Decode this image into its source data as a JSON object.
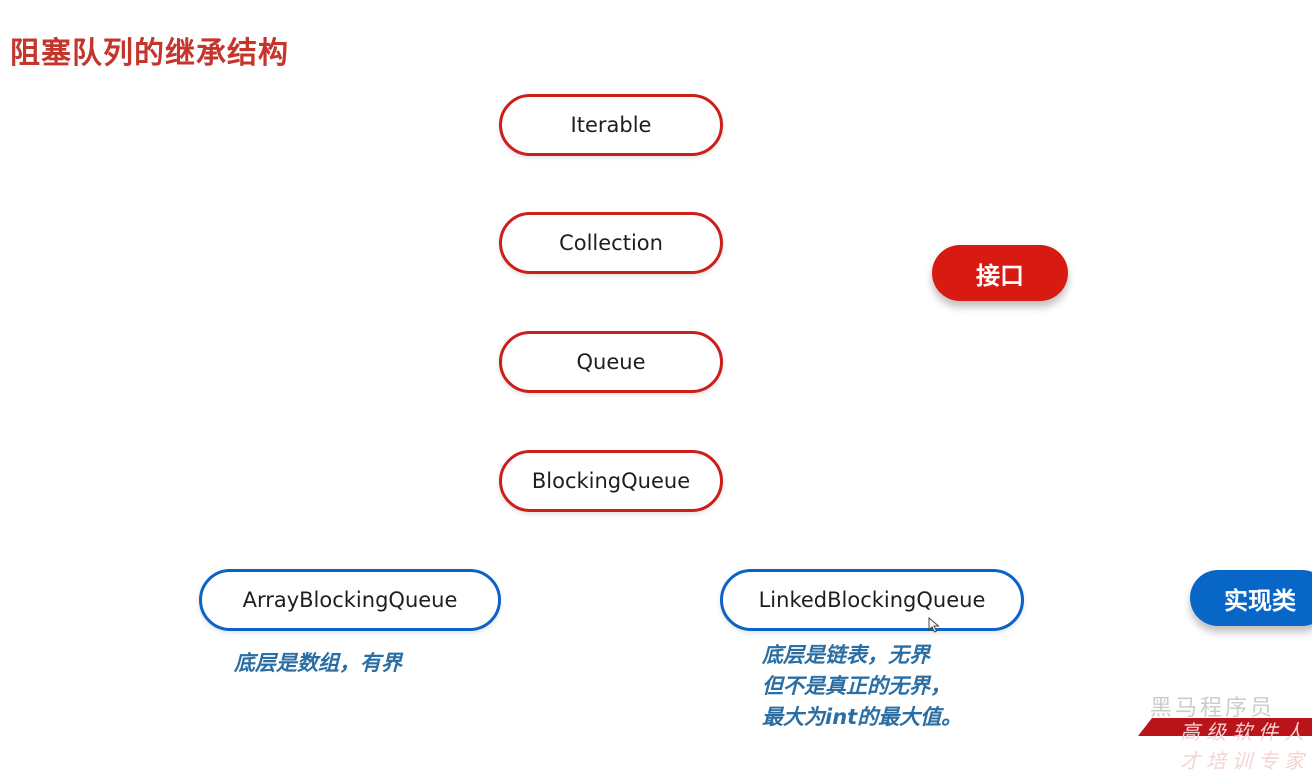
{
  "title": "阻塞队列的继承结构",
  "interfaces": [
    {
      "label": "Iterable"
    },
    {
      "label": "Collection"
    },
    {
      "label": "Queue"
    },
    {
      "label": "BlockingQueue"
    }
  ],
  "implementations": [
    {
      "label": "ArrayBlockingQueue",
      "note": [
        "底层是数组，有界"
      ]
    },
    {
      "label": "LinkedBlockingQueue",
      "note": [
        "底层是链表，无界",
        "但不是真正的无界，",
        "最大为int的最大值。"
      ]
    }
  ],
  "legend": {
    "interface_label": "接口",
    "implementation_label": "实现类"
  },
  "colors": {
    "title": "#c4352b",
    "interface_border": "#cc1f1a",
    "implementation_border": "#0b63c5",
    "interface_badge": "#d71b12",
    "implementation_badge": "#0866c6",
    "note_text": "#2a6ea3"
  },
  "watermark": {
    "top": "黑马程序员",
    "band": "高级软件人才培训专家"
  }
}
